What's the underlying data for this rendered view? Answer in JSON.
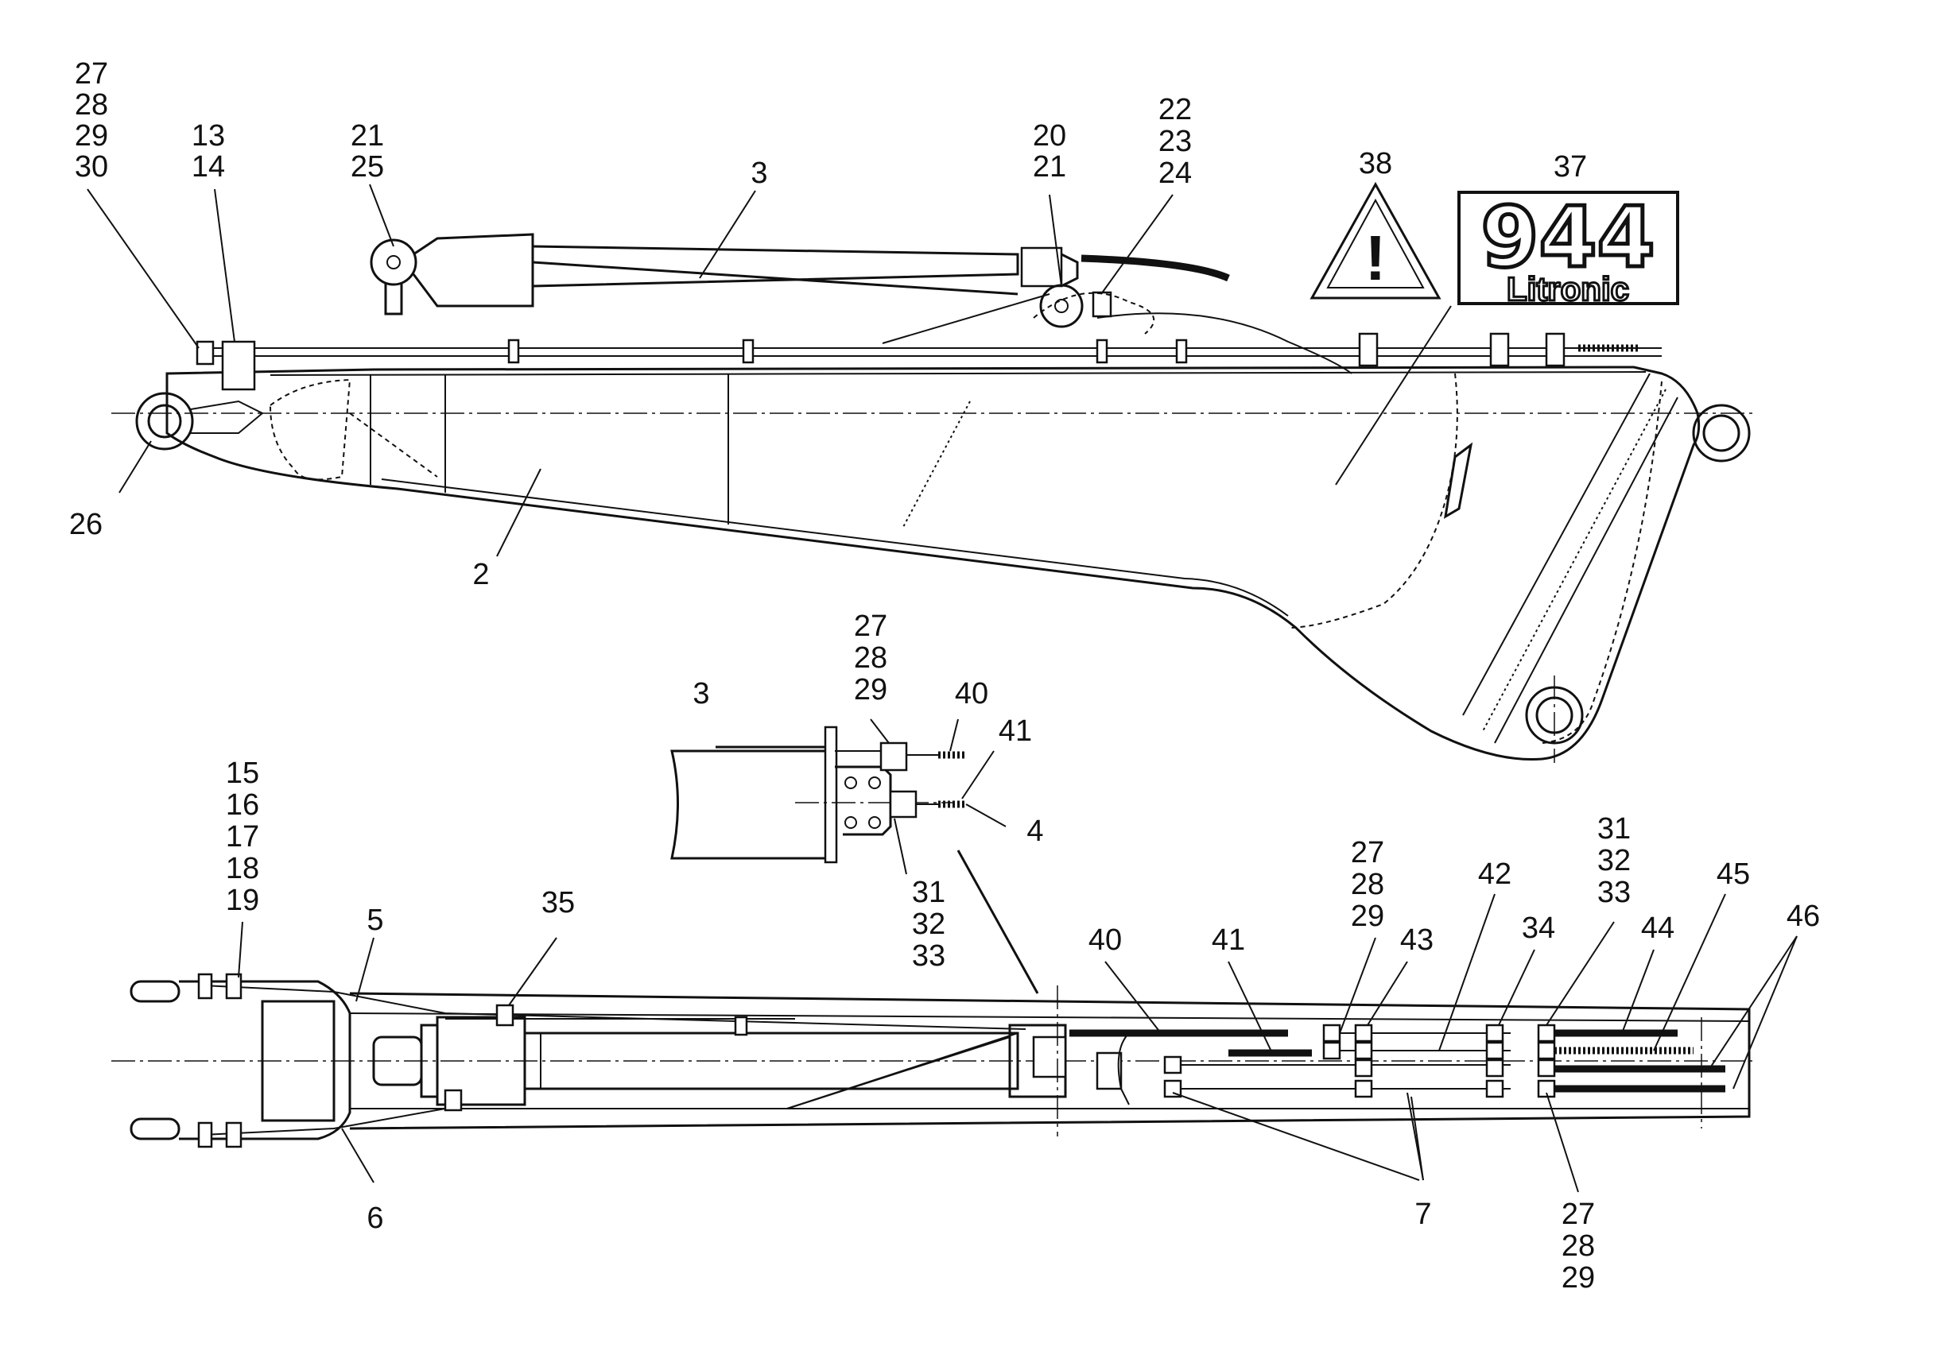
{
  "callouts": {
    "top_left_group": [
      "27",
      "28",
      "29",
      "30"
    ],
    "top_13_14": [
      "13",
      "14"
    ],
    "top_21_25": [
      "21",
      "25"
    ],
    "top_3": "3",
    "top_20_21": [
      "20",
      "21"
    ],
    "top_22_24": [
      "22",
      "23",
      "24"
    ],
    "top_38": "38",
    "top_37": "37",
    "top_26": "26",
    "top_2": "2",
    "detail_27_29": [
      "27",
      "28",
      "29"
    ],
    "detail_3": "3",
    "detail_40": "40",
    "detail_41": "41",
    "detail_4": "4",
    "detail_31_33": [
      "31",
      "32",
      "33"
    ],
    "bottom_15_19": [
      "15",
      "16",
      "17",
      "18",
      "19"
    ],
    "bottom_5": "5",
    "bottom_35": "35",
    "bottom_6": "6",
    "bottom_40": "40",
    "bottom_41": "41",
    "bottom_27_29_top": [
      "27",
      "28",
      "29"
    ],
    "bottom_43": "43",
    "bottom_42": "42",
    "bottom_34": "34",
    "bottom_31_33": [
      "31",
      "32",
      "33"
    ],
    "bottom_44": "44",
    "bottom_45": "45",
    "bottom_46": "46",
    "bottom_7": "7",
    "bottom_27_29_bottom": [
      "27",
      "28",
      "29"
    ]
  },
  "decal": {
    "model_number": "944",
    "brand": "Litronic",
    "warning_symbol": "!"
  }
}
